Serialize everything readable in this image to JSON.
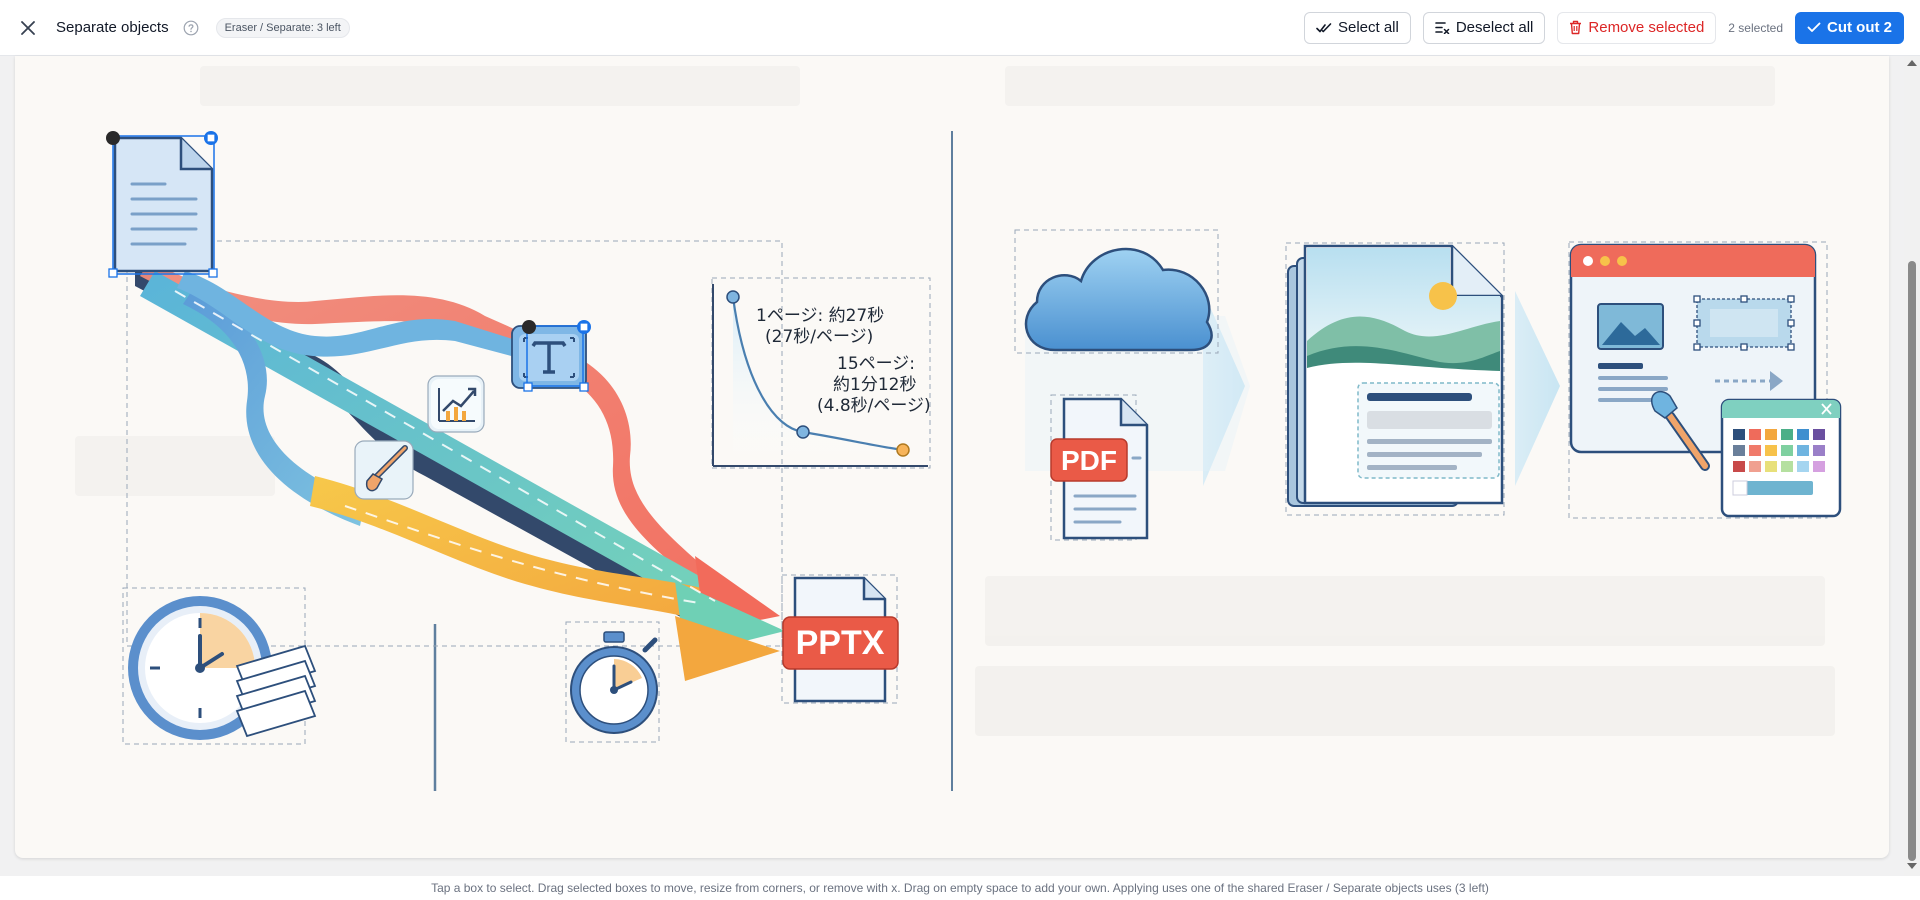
{
  "topbar": {
    "title": "Separate objects",
    "quota_badge": "Eraser / Separate: 3 left",
    "select_all": "Select all",
    "deselect_all": "Deselect all",
    "remove_selected": "Remove selected",
    "selected_count": "2 selected",
    "cut_out": "Cut out 2"
  },
  "canvas": {
    "chart_label_1": "1ページ: 約27秒",
    "chart_label_2": "(27秒/ページ)",
    "chart_label_3": "15ページ:",
    "chart_label_4": "約1分12秒",
    "chart_label_5": "(4.8秒/ページ)",
    "pptx_label": "PPTX",
    "pdf_label": "PDF"
  },
  "footer": {
    "hint": "Tap a box to select. Drag selected boxes to move, resize from corners, or remove with x. Drag on empty space to add your own. Applying uses one of the shared Eraser / Separate objects uses (3 left)"
  },
  "colors": {
    "accent": "#1a73e8",
    "danger": "#dc2626",
    "selection": "#1a73e8"
  },
  "icons": [
    "close-icon",
    "help-icon",
    "check-all-icon",
    "deselect-list-icon",
    "trash-icon",
    "check-icon"
  ]
}
